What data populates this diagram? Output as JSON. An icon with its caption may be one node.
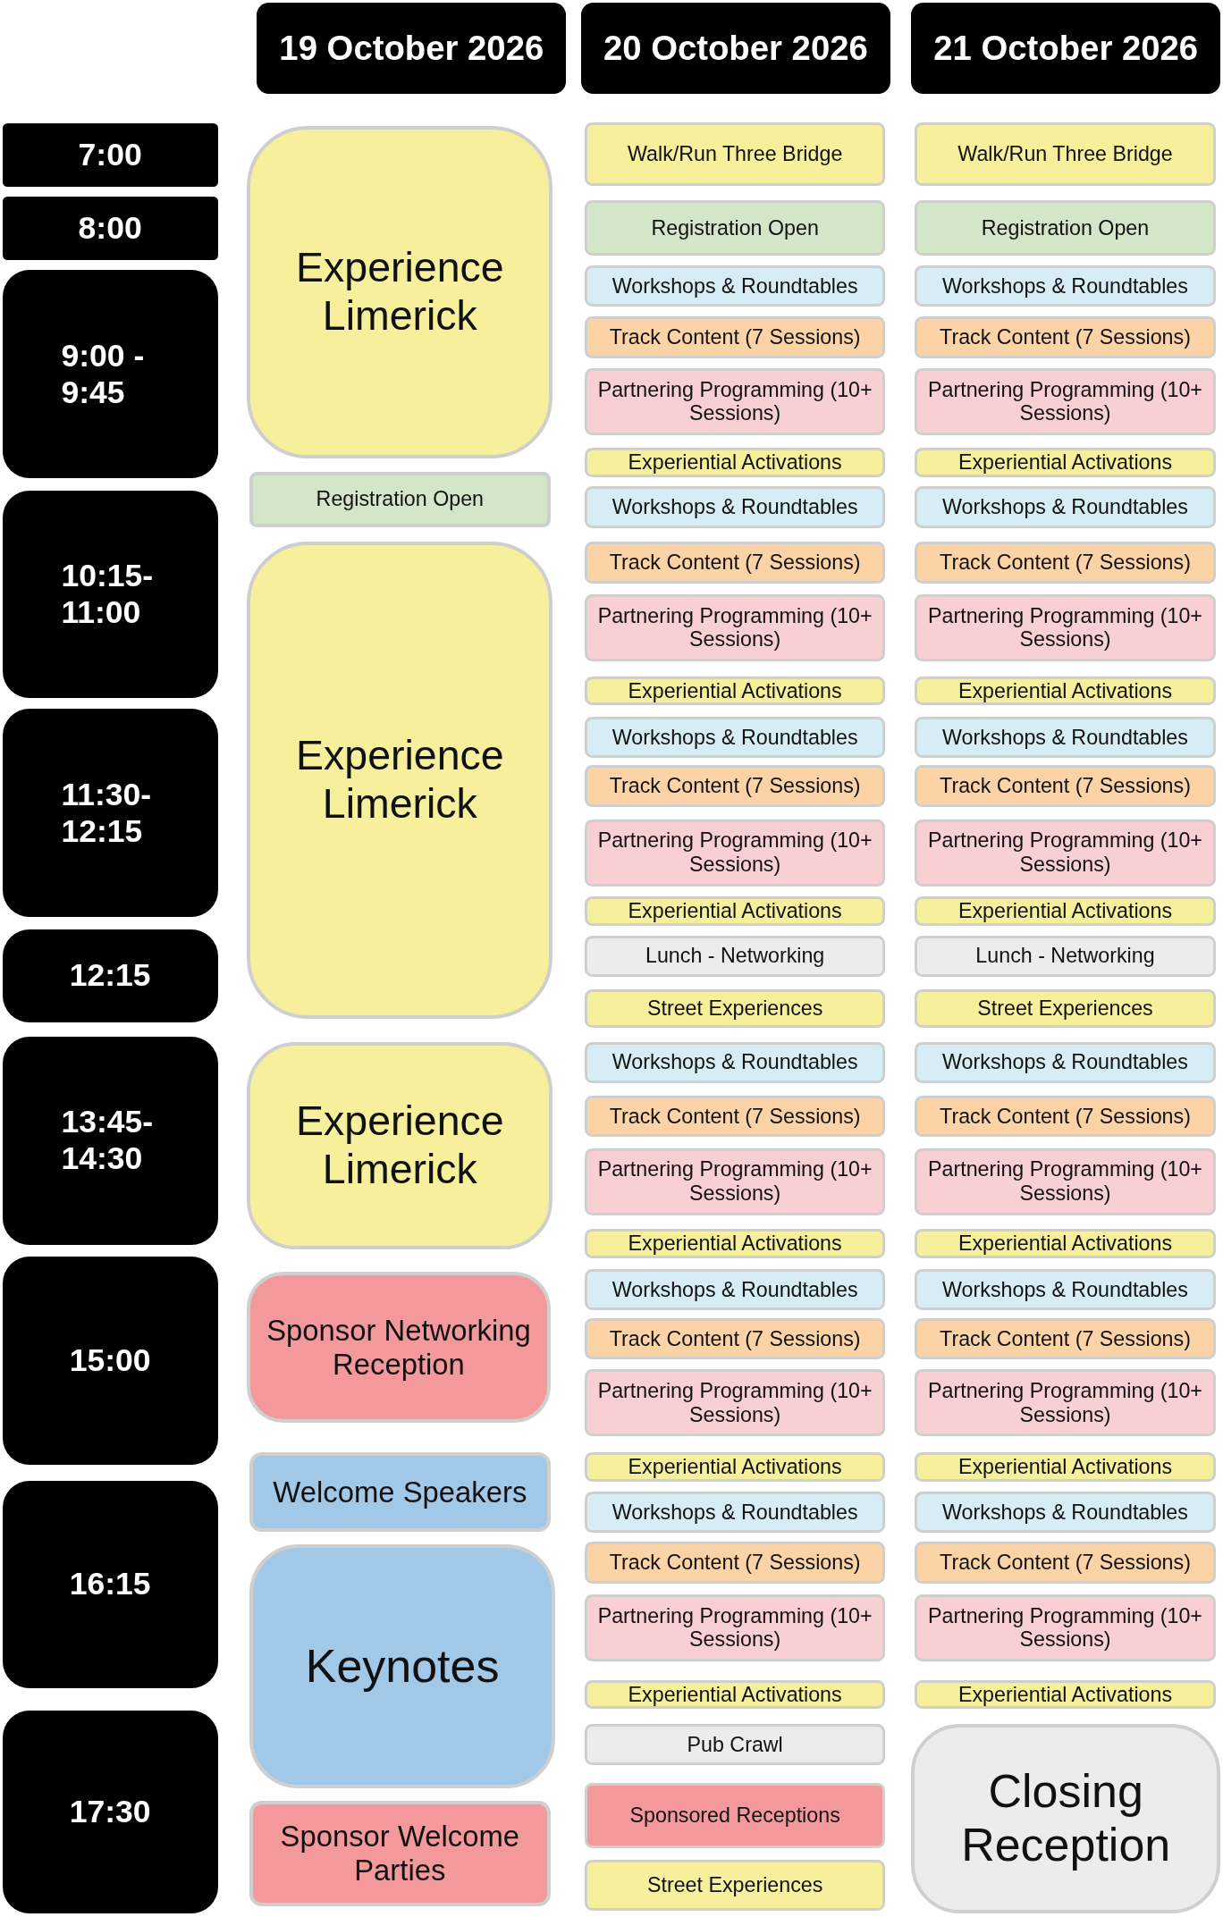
{
  "diagram": {
    "nodes": [
      {
        "text": [
          "19 October 2026"
        ]
      },
      {
        "text": [
          "20 October 2026"
        ]
      },
      {
        "text": [
          "21 October 2026"
        ]
      },
      {
        "text": [
          "7:00"
        ]
      },
      {
        "text": [
          "8:00"
        ]
      },
      {
        "text": [
          "9:00 - 9:45"
        ]
      },
      {
        "text": [
          "10:15- 11:00"
        ]
      },
      {
        "text": [
          "11:30- 12:15"
        ]
      },
      {
        "text": [
          "12:15"
        ]
      },
      {
        "text": [
          "13:45- 14:30"
        ]
      },
      {
        "text": [
          "15:00"
        ]
      },
      {
        "text": [
          "16:15"
        ]
      },
      {
        "text": [
          "17:30"
        ]
      },
      {
        "text": [
          "Experience Limerick"
        ]
      },
      {
        "text": [
          "Registration Open"
        ]
      },
      {
        "text": [
          "Experience Limerick"
        ]
      },
      {
        "text": [
          "Experience Limerick"
        ]
      },
      {
        "text": [
          "Sponsor Networking Reception"
        ]
      },
      {
        "text": [
          "Welcome Speakers"
        ]
      },
      {
        "text": [
          "Keynotes"
        ]
      },
      {
        "text": [
          "Sponsor Welcome Parties"
        ]
      },
      {
        "text": [
          "Walk/Run Three Bridge"
        ]
      },
      {
        "text": [
          "Registration Open"
        ]
      },
      {
        "text": [
          "Workshops & Roundtables"
        ]
      },
      {
        "text": [
          "Track Content (7 Sessions)"
        ]
      },
      {
        "text": [
          "Partnering Programming (10+ Sessions)"
        ]
      },
      {
        "text": [
          "Experiential Activations"
        ]
      },
      {
        "text": [
          "Workshops & Roundtables"
        ]
      },
      {
        "text": [
          "Track Content (7 Sessions)"
        ]
      },
      {
        "text": [
          "Partnering Programming (10+ Sessions)"
        ]
      },
      {
        "text": [
          "Experiential Activations"
        ]
      },
      {
        "text": [
          "Workshops & Roundtables"
        ]
      },
      {
        "text": [
          "Track Content (7 Sessions)"
        ]
      },
      {
        "text": [
          "Partnering Programming (10+ Sessions)"
        ]
      },
      {
        "text": [
          "Experiential Activations"
        ]
      },
      {
        "text": [
          "Lunch - Networking"
        ]
      },
      {
        "text": [
          "Street Experiences"
        ]
      },
      {
        "text": [
          "Workshops & Roundtables"
        ]
      },
      {
        "text": [
          "Track Content (7 Sessions)"
        ]
      },
      {
        "text": [
          "Partnering Programming (10+ Sessions)"
        ]
      },
      {
        "text": [
          "Experiential Activations"
        ]
      },
      {
        "text": [
          "Workshops & Roundtables"
        ]
      },
      {
        "text": [
          "Track Content (7 Sessions)"
        ]
      },
      {
        "text": [
          "Partnering Programming (10+ Sessions)"
        ]
      },
      {
        "text": [
          "Experiential Activations"
        ]
      },
      {
        "text": [
          "Workshops & Roundtables"
        ]
      },
      {
        "text": [
          "Track Content (7 Sessions)"
        ]
      },
      {
        "text": [
          "Partnering Programming (10+ Sessions)"
        ]
      },
      {
        "text": [
          "Experiential Activations"
        ]
      },
      {
        "text": [
          "Pub Crawl"
        ]
      },
      {
        "text": [
          "Sponsored Receptions"
        ]
      },
      {
        "text": [
          "Street Experiences"
        ]
      },
      {
        "text": [
          "Walk/Run Three Bridge"
        ]
      },
      {
        "text": [
          "Registration Open"
        ]
      },
      {
        "text": [
          "Workshops & Roundtables"
        ]
      },
      {
        "text": [
          "Track Content (7 Sessions)"
        ]
      },
      {
        "text": [
          "Partnering Programming (10+ Sessions)"
        ]
      },
      {
        "text": [
          "Experiential Activations"
        ]
      },
      {
        "text": [
          "Workshops & Roundtables"
        ]
      },
      {
        "text": [
          "Track Content (7 Sessions)"
        ]
      },
      {
        "text": [
          "Partnering Programming (10+ Sessions)"
        ]
      },
      {
        "text": [
          "Experiential Activations"
        ]
      },
      {
        "text": [
          "Workshops & Roundtables"
        ]
      },
      {
        "text": [
          "Track Content (7 Sessions)"
        ]
      },
      {
        "text": [
          "Partnering Programming (10+ Sessions)"
        ]
      },
      {
        "text": [
          "Experiential Activations"
        ]
      },
      {
        "text": [
          "Lunch - Networking"
        ]
      },
      {
        "text": [
          "Street Experiences"
        ]
      },
      {
        "text": [
          "Workshops & Roundtables"
        ]
      },
      {
        "text": [
          "Track Content (7 Sessions)"
        ]
      },
      {
        "text": [
          "Partnering Programming (10+ Sessions)"
        ]
      },
      {
        "text": [
          "Experiential Activations"
        ]
      },
      {
        "text": [
          "Workshops & Roundtables"
        ]
      },
      {
        "text": [
          "Track Content (7 Sessions)"
        ]
      },
      {
        "text": [
          "Partnering Programming (10+ Sessions)"
        ]
      },
      {
        "text": [
          "Experiential Activations"
        ]
      },
      {
        "text": [
          "Workshops & Roundtables"
        ]
      },
      {
        "text": [
          "Track Content (7 Sessions)"
        ]
      },
      {
        "text": [
          "Partnering Programming (10+ Sessions)"
        ]
      },
      {
        "text": [
          "Experiential Activations"
        ]
      },
      {
        "text": [
          "Closing Reception"
        ]
      }
    ]
  }
}
